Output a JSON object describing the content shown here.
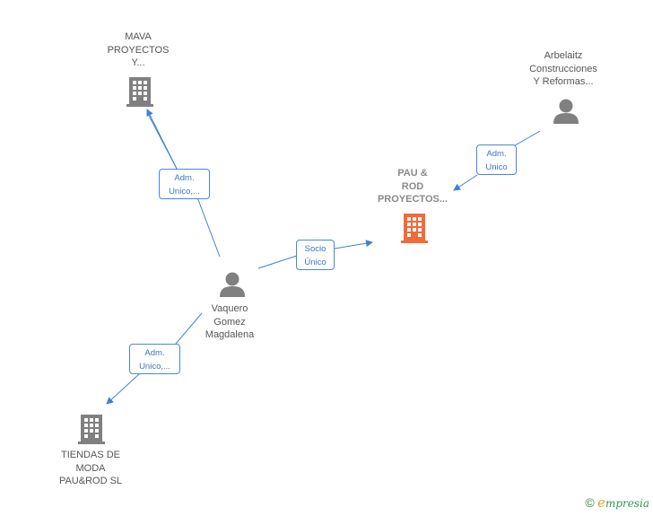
{
  "colors": {
    "edge": "#3b82d6",
    "company": "#808080",
    "company_main": "#f26a3a",
    "person": "#808080",
    "label_text": "#555555",
    "edge_label_border": "#4a86d6"
  },
  "nodes": {
    "mava": {
      "lines": [
        "MAVA",
        "PROYECTOS",
        "Y..."
      ],
      "icon": "building-icon"
    },
    "arbelaitz": {
      "lines": [
        "Arbelaitz",
        "Construcciones",
        "Y Reformas..."
      ],
      "icon": "person-icon"
    },
    "pau_rod": {
      "lines": [
        "PAU &",
        "ROD",
        "PROYECTOS..."
      ],
      "icon": "building-icon"
    },
    "vaquero": {
      "lines": [
        "Vaquero",
        "Gomez",
        "Magdalena"
      ],
      "icon": "person-icon"
    },
    "tiendas": {
      "lines": [
        "TIENDAS DE",
        "MODA",
        "PAU&ROD SL"
      ],
      "icon": "building-icon"
    }
  },
  "edges": {
    "vaquero_mava": {
      "lines": [
        "Adm.",
        "Unico,..."
      ]
    },
    "arbelaitz_pau": {
      "lines": [
        "Adm.",
        "Unico"
      ]
    },
    "vaquero_pau": {
      "lines": [
        "Socio",
        "Único"
      ]
    },
    "vaquero_tiendas": {
      "lines": [
        "Adm.",
        "Unico,..."
      ]
    }
  },
  "footer": {
    "copyright_symbol": "©",
    "brand_initial": "e",
    "brand_rest": "mpresia"
  }
}
